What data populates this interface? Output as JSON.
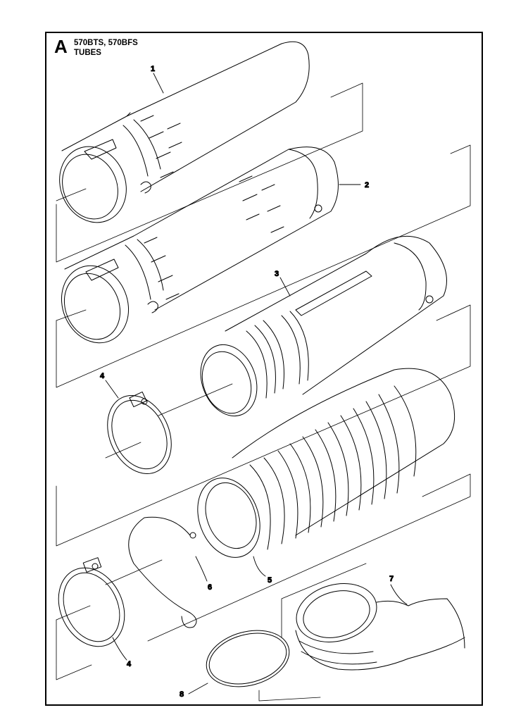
{
  "header": {
    "letter": "A",
    "models": "570BTS, 570BFS",
    "section": "TUBES"
  },
  "callouts": [
    {
      "id": "p1",
      "label": "1"
    },
    {
      "id": "p2",
      "label": "2"
    },
    {
      "id": "p3",
      "label": "3"
    },
    {
      "id": "p4a",
      "label": "4"
    },
    {
      "id": "p5",
      "label": "5"
    },
    {
      "id": "p6",
      "label": "6"
    },
    {
      "id": "p4b",
      "label": "4"
    },
    {
      "id": "p7",
      "label": "7"
    },
    {
      "id": "p8",
      "label": "8"
    }
  ],
  "colors": {
    "line": "#000000",
    "background": "#ffffff"
  }
}
